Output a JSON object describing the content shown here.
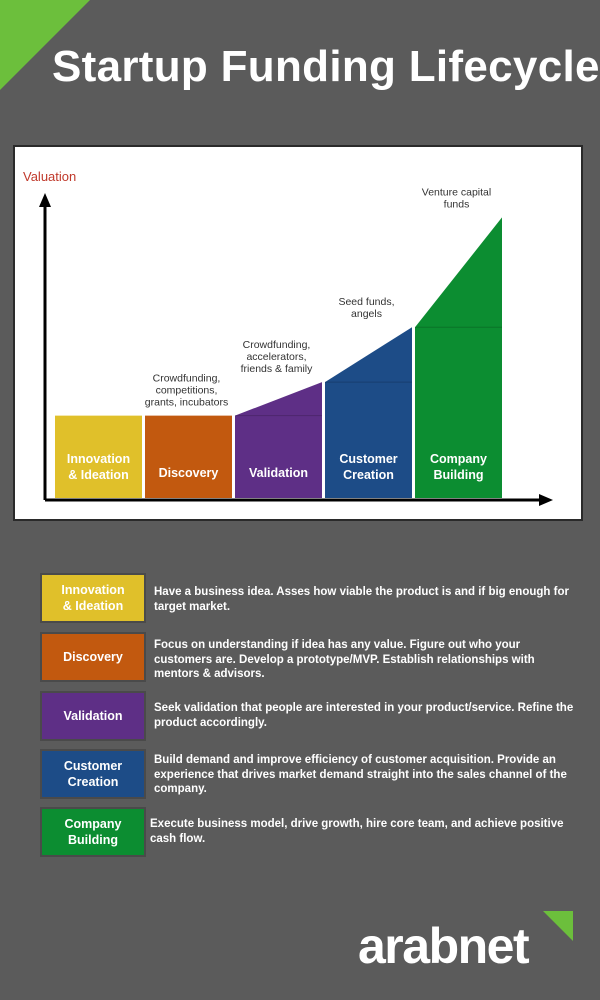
{
  "header": {
    "title": "Startup Funding Lifecycle",
    "accent_color": "#6cbf3c"
  },
  "chart_data": {
    "type": "area",
    "ylabel": "Valuation",
    "phases": [
      {
        "name": "Innovation & Ideation",
        "lines": [
          "Innovation",
          "& Ideation"
        ],
        "color": "#e0c02a",
        "valuation_start": 0.27,
        "valuation_end": 0.27,
        "funding": []
      },
      {
        "name": "Discovery",
        "lines": [
          "Discovery"
        ],
        "color": "#c2590f",
        "valuation_start": 0.27,
        "valuation_end": 0.27,
        "funding": [
          "Crowdfunding,",
          "competitions,",
          "grants, incubators"
        ]
      },
      {
        "name": "Validation",
        "lines": [
          "Validation"
        ],
        "color": "#5e2f86",
        "valuation_start": 0.27,
        "valuation_end": 0.38,
        "funding": [
          "Crowdfunding,",
          "accelerators,",
          "friends & family"
        ]
      },
      {
        "name": "Customer Creation",
        "lines": [
          "Customer",
          "Creation"
        ],
        "color": "#1d4c87",
        "valuation_start": 0.38,
        "valuation_end": 0.56,
        "funding": [
          "Seed funds,",
          "angels"
        ]
      },
      {
        "name": "Company Building",
        "lines": [
          "Company",
          "Building"
        ],
        "color": "#0c8d31",
        "valuation_start": 0.56,
        "valuation_end": 0.92,
        "funding": [
          "Venture capital",
          "funds"
        ]
      }
    ]
  },
  "legend": [
    {
      "lines": [
        "Innovation",
        "& Ideation"
      ],
      "color": "#e0c02a",
      "description": "Have a business idea. Asses how viable the product is and if big enough for target market."
    },
    {
      "lines": [
        "Discovery"
      ],
      "color": "#c2590f",
      "description": "Focus on understanding if idea has any value. Figure out who your customers are. Develop a  prototype/MVP. Establish relationships with mentors & advisors."
    },
    {
      "lines": [
        "Validation"
      ],
      "color": "#5e2f86",
      "description": "Seek validation that people are interested in your product/service. Refine the product accordingly."
    },
    {
      "lines": [
        "Customer",
        "Creation"
      ],
      "color": "#1d4c87",
      "description": "Build demand and improve efficiency of customer acquisition. Provide an experience that drives market demand straight into the sales channel of the company."
    },
    {
      "lines": [
        "Company",
        "Building"
      ],
      "color": "#0c8d31",
      "description": "Execute business model, drive growth, hire core team, and achieve positive cash flow."
    }
  ],
  "footer": {
    "logo_text": "arabnet",
    "logo_icon": "green-corner-mark-icon"
  }
}
